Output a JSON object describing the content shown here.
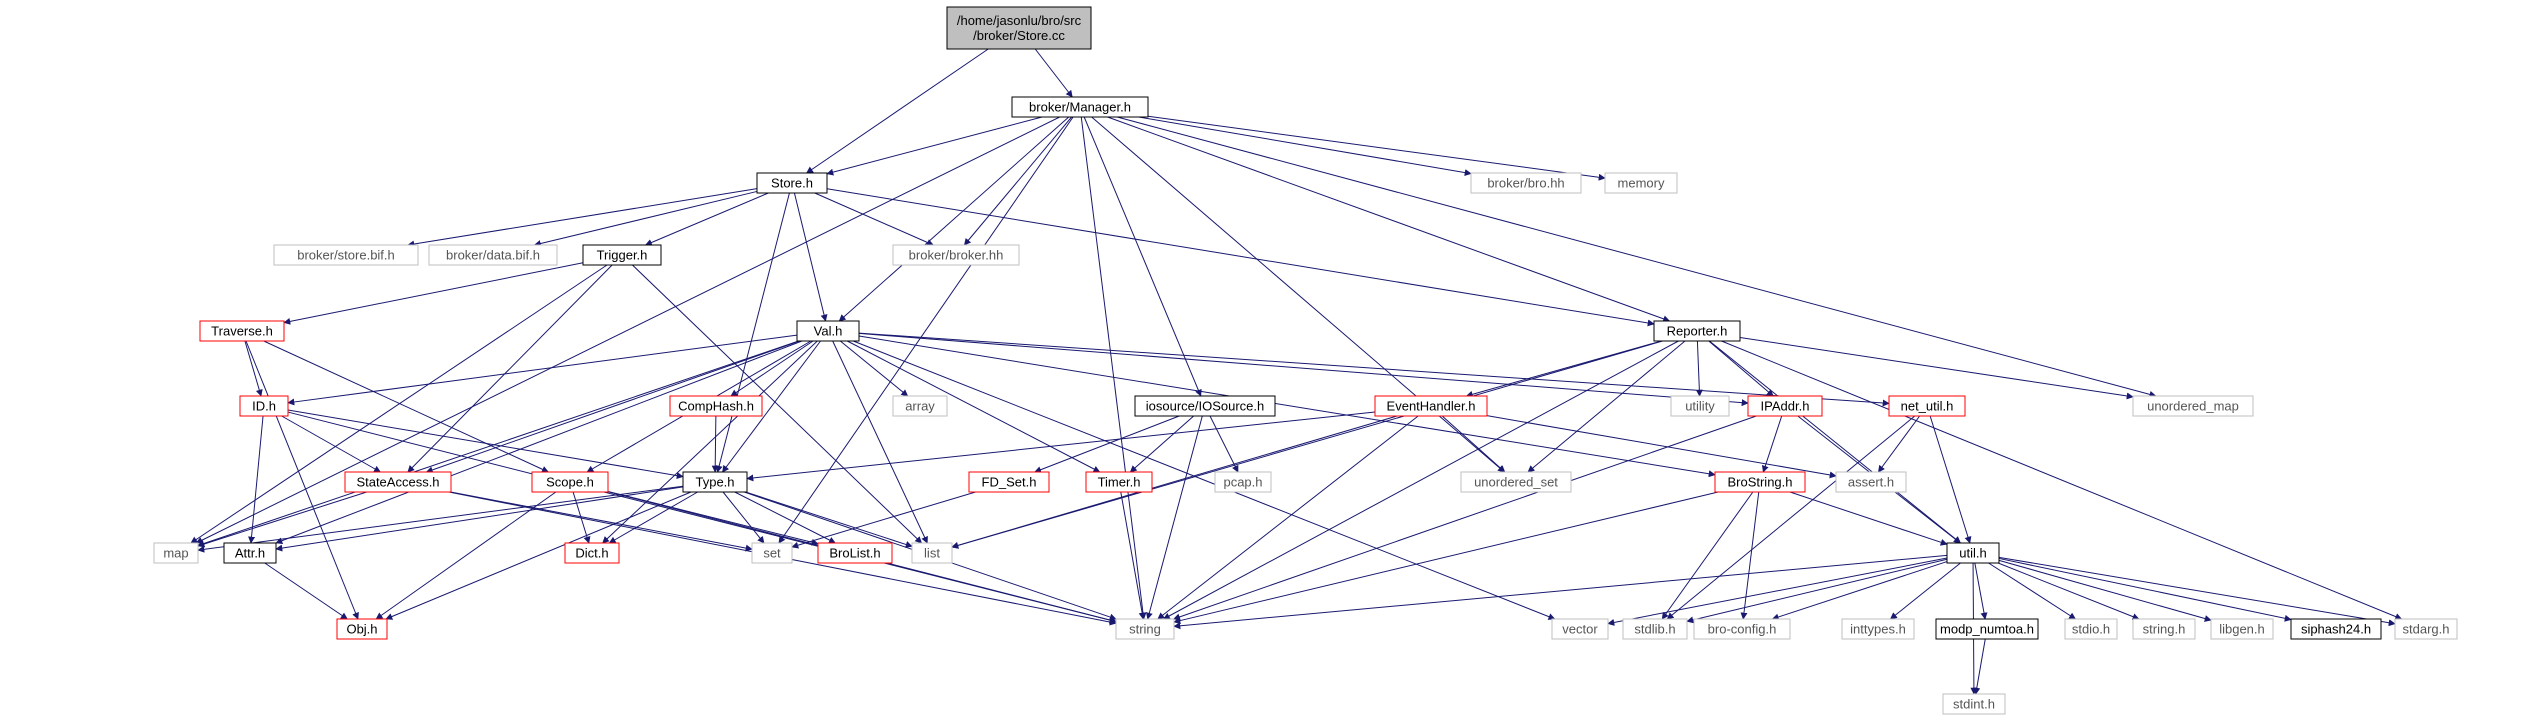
{
  "colors": {
    "edge": "#191970",
    "root_fill": "#bfbfbf",
    "border_black": "#000000",
    "border_red": "#ff0000",
    "border_gray": "#bfbfbf"
  },
  "nodes": [
    {
      "id": "root",
      "label": "/home/jasonlu/bro/src\n/broker/Store.cc",
      "style": "root"
    },
    {
      "id": "manager",
      "label": "broker/Manager.h",
      "style": "black"
    },
    {
      "id": "store",
      "label": "Store.h",
      "style": "black"
    },
    {
      "id": "brobro",
      "label": "broker/bro.hh",
      "style": "gray"
    },
    {
      "id": "memory",
      "label": "memory",
      "style": "gray"
    },
    {
      "id": "storebif",
      "label": "broker/store.bif.h",
      "style": "gray"
    },
    {
      "id": "databif",
      "label": "broker/data.bif.h",
      "style": "gray"
    },
    {
      "id": "trigger",
      "label": "Trigger.h",
      "style": "black"
    },
    {
      "id": "brokerhh",
      "label": "broker/broker.hh",
      "style": "gray"
    },
    {
      "id": "traverse",
      "label": "Traverse.h",
      "style": "red"
    },
    {
      "id": "val",
      "label": "Val.h",
      "style": "black"
    },
    {
      "id": "reporter",
      "label": "Reporter.h",
      "style": "black"
    },
    {
      "id": "iddoth",
      "label": "ID.h",
      "style": "red"
    },
    {
      "id": "comphash",
      "label": "CompHash.h",
      "style": "red"
    },
    {
      "id": "array",
      "label": "array",
      "style": "gray"
    },
    {
      "id": "iosource",
      "label": "iosource/IOSource.h",
      "style": "black"
    },
    {
      "id": "eventhandler",
      "label": "EventHandler.h",
      "style": "red"
    },
    {
      "id": "utility",
      "label": "utility",
      "style": "gray"
    },
    {
      "id": "ipaddr",
      "label": "IPAddr.h",
      "style": "red"
    },
    {
      "id": "netutil",
      "label": "net_util.h",
      "style": "red"
    },
    {
      "id": "unordmap",
      "label": "unordered_map",
      "style": "gray"
    },
    {
      "id": "stateaccess",
      "label": "StateAccess.h",
      "style": "red"
    },
    {
      "id": "scope",
      "label": "Scope.h",
      "style": "red"
    },
    {
      "id": "type",
      "label": "Type.h",
      "style": "black"
    },
    {
      "id": "fdset",
      "label": "FD_Set.h",
      "style": "red"
    },
    {
      "id": "timer",
      "label": "Timer.h",
      "style": "red"
    },
    {
      "id": "pcap",
      "label": "pcap.h",
      "style": "gray"
    },
    {
      "id": "unordset",
      "label": "unordered_set",
      "style": "gray"
    },
    {
      "id": "assert",
      "label": "assert.h",
      "style": "gray"
    },
    {
      "id": "brostring",
      "label": "BroString.h",
      "style": "red"
    },
    {
      "id": "map",
      "label": "map",
      "style": "gray"
    },
    {
      "id": "attr",
      "label": "Attr.h",
      "style": "black"
    },
    {
      "id": "dict",
      "label": "Dict.h",
      "style": "red"
    },
    {
      "id": "set",
      "label": "set",
      "style": "gray"
    },
    {
      "id": "brolist",
      "label": "BroList.h",
      "style": "red"
    },
    {
      "id": "list",
      "label": "list",
      "style": "gray"
    },
    {
      "id": "util",
      "label": "util.h",
      "style": "black"
    },
    {
      "id": "obj",
      "label": "Obj.h",
      "style": "red"
    },
    {
      "id": "string",
      "label": "string",
      "style": "gray"
    },
    {
      "id": "vector",
      "label": "vector",
      "style": "gray"
    },
    {
      "id": "stdlib",
      "label": "stdlib.h",
      "style": "gray"
    },
    {
      "id": "broconfig",
      "label": "bro-config.h",
      "style": "gray"
    },
    {
      "id": "inttypes",
      "label": "inttypes.h",
      "style": "gray"
    },
    {
      "id": "modp",
      "label": "modp_numtoa.h",
      "style": "black"
    },
    {
      "id": "stdio",
      "label": "stdio.h",
      "style": "gray"
    },
    {
      "id": "stringh",
      "label": "string.h",
      "style": "gray"
    },
    {
      "id": "libgen",
      "label": "libgen.h",
      "style": "gray"
    },
    {
      "id": "siphash",
      "label": "siphash24.h",
      "style": "black"
    },
    {
      "id": "stdarg",
      "label": "stdarg.h",
      "style": "gray"
    },
    {
      "id": "stdint",
      "label": "stdint.h",
      "style": "gray"
    }
  ],
  "edges": [
    [
      "root",
      "manager"
    ],
    [
      "root",
      "store"
    ],
    [
      "manager",
      "store"
    ],
    [
      "manager",
      "brobro"
    ],
    [
      "manager",
      "memory"
    ],
    [
      "manager",
      "brokerhh"
    ],
    [
      "manager",
      "val"
    ],
    [
      "manager",
      "reporter"
    ],
    [
      "manager",
      "unordmap"
    ],
    [
      "manager",
      "iosource"
    ],
    [
      "manager",
      "unordset"
    ],
    [
      "manager",
      "set"
    ],
    [
      "manager",
      "map"
    ],
    [
      "manager",
      "string"
    ],
    [
      "store",
      "storebif"
    ],
    [
      "store",
      "databif"
    ],
    [
      "store",
      "trigger"
    ],
    [
      "store",
      "brokerhh"
    ],
    [
      "store",
      "val"
    ],
    [
      "store",
      "reporter"
    ],
    [
      "store",
      "type"
    ],
    [
      "trigger",
      "traverse"
    ],
    [
      "trigger",
      "stateaccess"
    ],
    [
      "trigger",
      "list"
    ],
    [
      "trigger",
      "map"
    ],
    [
      "traverse",
      "iddoth"
    ],
    [
      "traverse",
      "scope"
    ],
    [
      "traverse",
      "obj"
    ],
    [
      "val",
      "iddoth"
    ],
    [
      "val",
      "comphash"
    ],
    [
      "val",
      "array"
    ],
    [
      "val",
      "ipaddr"
    ],
    [
      "val",
      "netutil"
    ],
    [
      "val",
      "stateaccess"
    ],
    [
      "val",
      "scope"
    ],
    [
      "val",
      "type"
    ],
    [
      "val",
      "timer"
    ],
    [
      "val",
      "list"
    ],
    [
      "val",
      "dict"
    ],
    [
      "val",
      "attr"
    ],
    [
      "val",
      "vector"
    ],
    [
      "val",
      "brostring"
    ],
    [
      "val",
      "map"
    ],
    [
      "reporter",
      "eventhandler"
    ],
    [
      "reporter",
      "utility"
    ],
    [
      "reporter",
      "ipaddr"
    ],
    [
      "reporter",
      "unordmap"
    ],
    [
      "reporter",
      "unordset"
    ],
    [
      "reporter",
      "util"
    ],
    [
      "reporter",
      "stdarg"
    ],
    [
      "reporter",
      "list"
    ],
    [
      "reporter",
      "string"
    ],
    [
      "iddoth",
      "stateaccess"
    ],
    [
      "iddoth",
      "type"
    ],
    [
      "iddoth",
      "attr"
    ],
    [
      "iddoth",
      "string"
    ],
    [
      "comphash",
      "type"
    ],
    [
      "iosource",
      "fdset"
    ],
    [
      "iosource",
      "timer"
    ],
    [
      "iosource",
      "pcap"
    ],
    [
      "iosource",
      "string"
    ],
    [
      "eventhandler",
      "type"
    ],
    [
      "eventhandler",
      "unordset"
    ],
    [
      "eventhandler",
      "assert"
    ],
    [
      "eventhandler",
      "list"
    ],
    [
      "eventhandler",
      "string"
    ],
    [
      "ipaddr",
      "brostring"
    ],
    [
      "ipaddr",
      "util"
    ],
    [
      "ipaddr",
      "string"
    ],
    [
      "netutil",
      "assert"
    ],
    [
      "netutil",
      "util"
    ],
    [
      "netutil",
      "stdlib"
    ],
    [
      "stateaccess",
      "map"
    ],
    [
      "stateaccess",
      "set"
    ],
    [
      "stateaccess",
      "string"
    ],
    [
      "scope",
      "dict"
    ],
    [
      "scope",
      "brolist"
    ],
    [
      "scope",
      "obj"
    ],
    [
      "scope",
      "string"
    ],
    [
      "type",
      "map"
    ],
    [
      "type",
      "attr"
    ],
    [
      "type",
      "dict"
    ],
    [
      "type",
      "set"
    ],
    [
      "type",
      "brolist"
    ],
    [
      "type",
      "list"
    ],
    [
      "type",
      "obj"
    ],
    [
      "type",
      "string"
    ],
    [
      "fdset",
      "set"
    ],
    [
      "timer",
      "string"
    ],
    [
      "brostring",
      "util"
    ],
    [
      "brostring",
      "stdlib"
    ],
    [
      "brostring",
      "broconfig"
    ],
    [
      "brostring",
      "string"
    ],
    [
      "attr",
      "obj"
    ],
    [
      "util",
      "string"
    ],
    [
      "util",
      "vector"
    ],
    [
      "util",
      "stdlib"
    ],
    [
      "util",
      "broconfig"
    ],
    [
      "util",
      "inttypes"
    ],
    [
      "util",
      "modp"
    ],
    [
      "util",
      "stdio"
    ],
    [
      "util",
      "stringh"
    ],
    [
      "util",
      "libgen"
    ],
    [
      "util",
      "siphash"
    ],
    [
      "util",
      "stdarg"
    ],
    [
      "util",
      "stdint"
    ],
    [
      "modp",
      "stdint"
    ]
  ]
}
